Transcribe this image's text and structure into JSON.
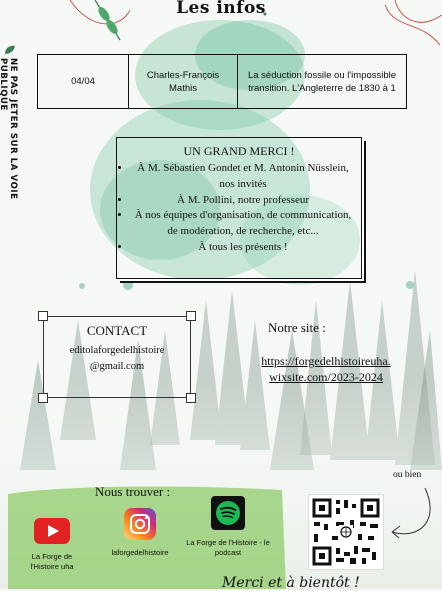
{
  "page": {
    "title": "Les infos"
  },
  "sidebar": {
    "notice": "NE PAS JETER SUR LA VOIE PUBLIQUE"
  },
  "schedule": {
    "rows": [
      {
        "date": "04/04",
        "speaker": "Charles-François Mathis",
        "talk": "La séduction fossile ou l'impossible transition. L'Angleterre de 1830 à 1"
      }
    ]
  },
  "thanks": {
    "title": "UN GRAND MERCI !",
    "items": [
      "À M. Sébastien Gondet et M. Antonin Nüsslein, nos invités",
      "À M. Pollini, notre professeur",
      "À nos équipes d'organisation, de communication, de modération, de recherche, etc...",
      "À tous les présents !"
    ]
  },
  "contact": {
    "title": "CONTACT",
    "email_line1": "editolaforgedelhistoire",
    "email_line2": "@gmail.com"
  },
  "site": {
    "label": "Notre site :",
    "url_line1": "https://forgedelhistoireuha.",
    "url_line2": "wixsite.com/2023-2024"
  },
  "find_us": {
    "title": "Nous trouver :",
    "socials": [
      {
        "icon": "youtube-icon",
        "label": "La Forge de l'Histoire uha"
      },
      {
        "icon": "instagram-icon",
        "label": "laforgedelhistoire"
      },
      {
        "icon": "spotify-icon",
        "label": "La Forge de l'Histoire - le podcast"
      }
    ]
  },
  "qr": {
    "hint": "ou bien",
    "icon": "qr-code-icon"
  },
  "footer": {
    "text": "Merci et à bientôt !"
  },
  "colors": {
    "green": "#4fa86b",
    "red_line": "#c0392b",
    "youtube": "#e02222",
    "spotify": "#1db954"
  }
}
